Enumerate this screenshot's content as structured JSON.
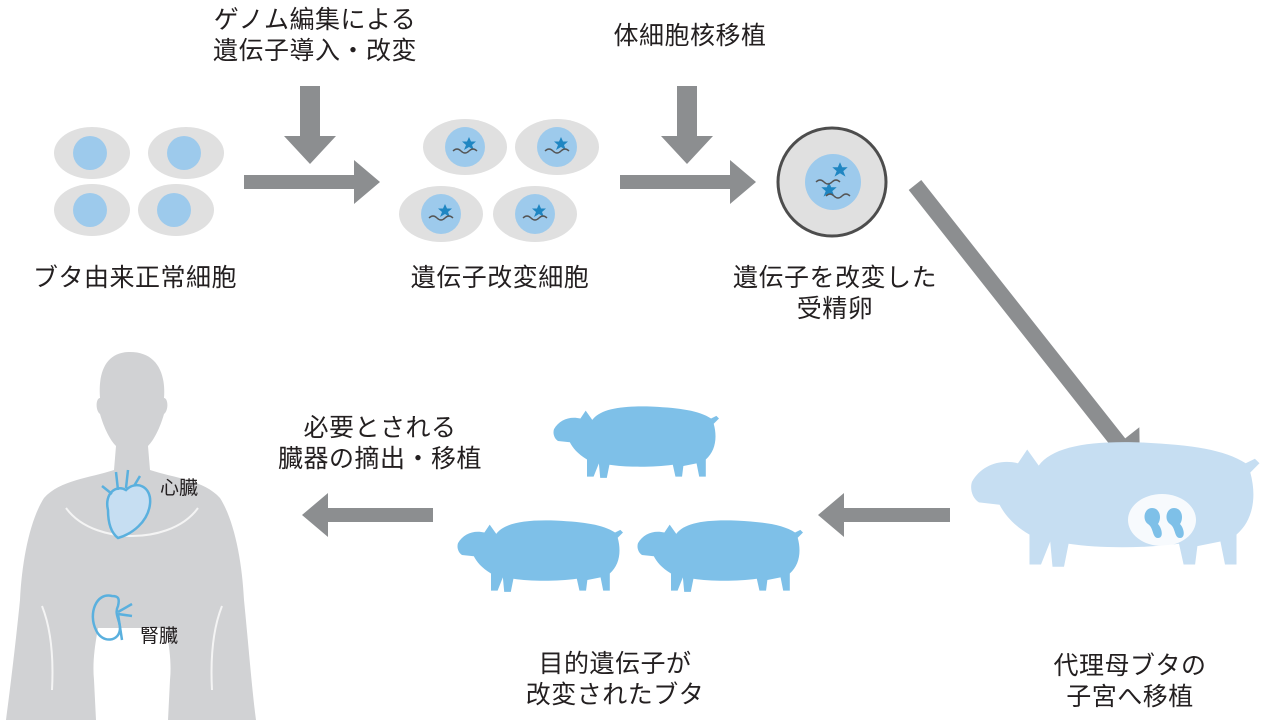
{
  "colors": {
    "arrow": "#8c8e90",
    "cell_outer": "#e0e0e0",
    "nucleus": "#9dcaec",
    "pig_blue": "#7ec0e8",
    "pig_light": "#c6def2",
    "human": "#d1d2d4",
    "star": "#1f86c2",
    "organ_line": "#5ab0de"
  },
  "labels": {
    "genome_editing": [
      "ゲノム編集による",
      "遺伝子導入・改変"
    ],
    "nuclear_transfer": "体細胞核移植",
    "normal_cells": "ブタ由来正常細胞",
    "modified_cells": "遺伝子改変細胞",
    "fertilized_egg": [
      "遺伝子を改変した",
      "受精卵"
    ],
    "organ_transplant": [
      "必要とされる",
      "臓器の摘出・移植"
    ],
    "heart": "心臓",
    "kidney": "腎臓",
    "modified_pigs": [
      "目的遺伝子が",
      "改変されたブタ"
    ],
    "surrogate": [
      "代理母ブタの",
      "子宮へ移植"
    ]
  }
}
